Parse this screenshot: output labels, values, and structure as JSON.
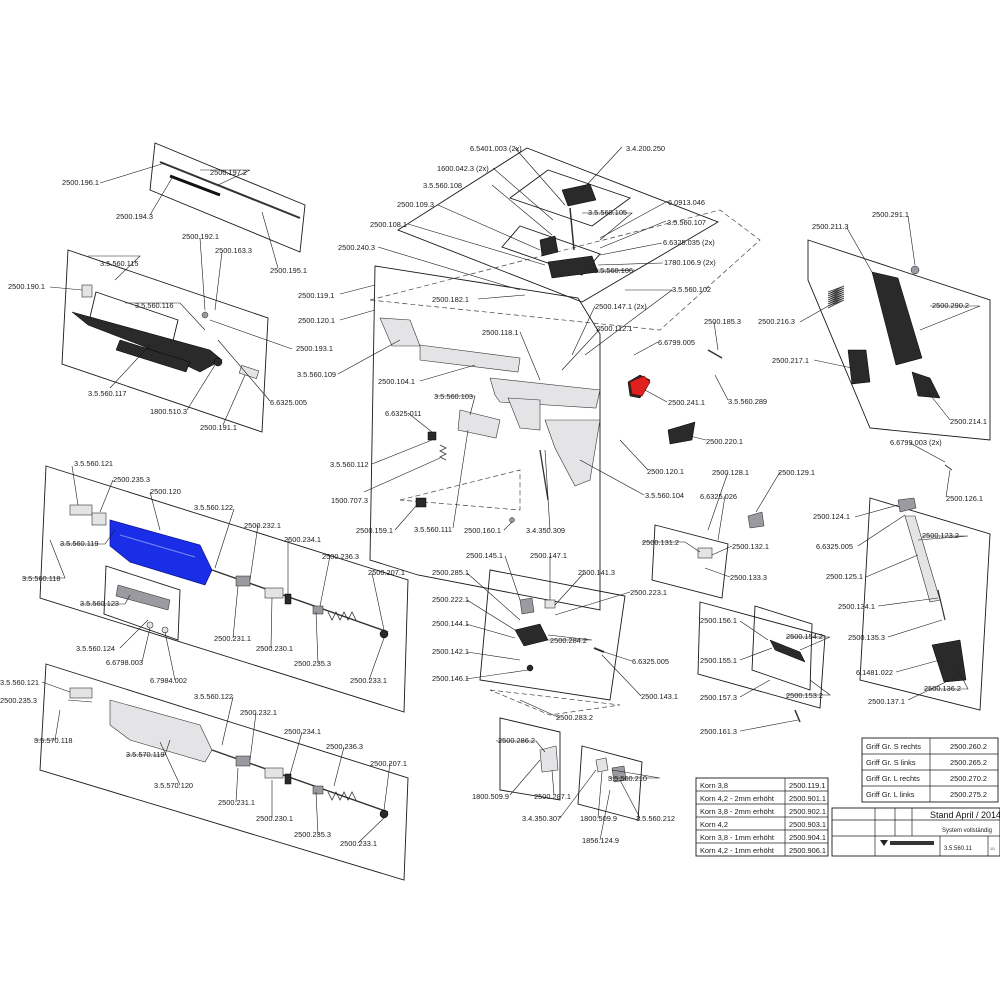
{
  "parts": [
    "2500.196.1",
    "2500.197.2",
    "2500.194.3",
    "2500.195.1",
    "3.5.560.115",
    "2500.190.1",
    "2500.192.1",
    "2500.163.3",
    "3.5.560.116",
    "2500.193.1",
    "3.5.560.117",
    "1800.510.3",
    "2500.191.1",
    "6.6325.005",
    "6.5401.003 (2x)",
    "3.4.200.250",
    "1600.042.3 (2x)",
    "3.5.560.108",
    "3.5.560.105",
    "6.0913.046",
    "2500.109.3",
    "3.5.560.107",
    "2500.108.1",
    "6.6325.035 (2x)",
    "2500.240.3",
    "1780.106.9 (2x)",
    "3.5.560.106",
    "2500.182.1",
    "2500.119.1",
    "3.5.560.102",
    "2500.147.1 (2x)",
    "2500.120.1",
    "2500.118.1",
    "2500.112.1",
    "2500.185.3",
    "6.6799.005",
    "3.5.560.109",
    "2500.104.1",
    "2500.241.1",
    "3.5.560.289",
    "3.5.560.103",
    "6.6325.011",
    "2500.220.1",
    "3.5.560.112",
    "2500.120.1",
    "1500.707.3",
    "3.5.560.104",
    "2500.159.1",
    "3.5.560.111",
    "2500.160.1",
    "3.4.350.309",
    "2500.211.3",
    "2500.291.1",
    "2500.216.3",
    "2500.290.2",
    "2500.217.1",
    "2500.214.1",
    "6.6799.003 (2x)",
    "2500.126.1",
    "2500.124.1",
    "6.6325.005",
    "2500.123.2",
    "2500.125.1",
    "2500.134.1",
    "2500.135.3",
    "6.1481.022",
    "2500.136.2",
    "2500.137.1",
    "2500.128.1",
    "2500.129.1",
    "6.6325.026",
    "2500.131.2",
    "2500.132.1",
    "2500.133.3",
    "2500.156.1",
    "2500.154.2",
    "2500.155.1",
    "2500.157.3",
    "2500.153.2",
    "2500.161.3",
    "3.5.560.121",
    "2500.235.3",
    "2500.120",
    "3.5.560.122",
    "3.5.560.119",
    "2500.232.1",
    "2500.234.1",
    "2500.236.3",
    "3.5.560.118",
    "2500.207.1",
    "3.5.560.123",
    "3.5.560.124",
    "6.6798.003",
    "6.7984.002",
    "2500.231.1",
    "2500.230.1",
    "2500.235.3",
    "2500.233.1",
    "3.5.560.121",
    "2500.235.3",
    "3.5.570.118",
    "3.5.560.122",
    "2500.232.1",
    "3.5.570.119",
    "2500.234.1",
    "2500.236.3",
    "3.5.570.120",
    "2500.207.1",
    "2500.231.1",
    "2500.230.1",
    "2500.235.3",
    "2500.233.1",
    "2500.145.1",
    "2500.147.1",
    "2500.285.1",
    "2500.141.3",
    "2500.223.1",
    "2500.222.1",
    "2500.144.1",
    "2500.284.2",
    "2500.142.1",
    "6.6325.005",
    "2500.146.1",
    "2500.143.1",
    "2500.283.2",
    "2500.286.2",
    "1800.509.9",
    "2500.287.1",
    "3.5.560.210",
    "3.4.350.307",
    "1800.509.9",
    "3.5.560.212",
    "1856.124.9"
  ],
  "grip_table": [
    {
      "name": "Griff Gr. S rechts",
      "code": "2500.260.2"
    },
    {
      "name": "Griff Gr. S links",
      "code": "2500.265.2"
    },
    {
      "name": "Griff Gr. L rechts",
      "code": "2500.270.2"
    },
    {
      "name": "Griff Gr. L links",
      "code": "2500.275.2"
    }
  ],
  "korn_table": [
    {
      "name": "Korn 3,8",
      "code": "2500.119.1"
    },
    {
      "name": "Korn 4,2 - 2mm erhöht",
      "code": "2500.901.1"
    },
    {
      "name": "Korn 3,8 - 2mm erhöht",
      "code": "2500.902.1"
    },
    {
      "name": "Korn 4,2",
      "code": "2500.903.1"
    },
    {
      "name": "Korn 3,8 - 1mm erhöht",
      "code": "2500.904.1"
    },
    {
      "name": "Korn 4,2 - 1mm erhöht",
      "code": "2500.906.1"
    }
  ],
  "title_block": {
    "stand": "Stand April / 2014",
    "designation": "System vollständig",
    "number": "3.5.560.11",
    "sheet": "1/1"
  },
  "colors": {
    "highlight_blue": "#1a2ee8",
    "highlight_red": "#e0201e",
    "line": "#1a1a1a"
  }
}
